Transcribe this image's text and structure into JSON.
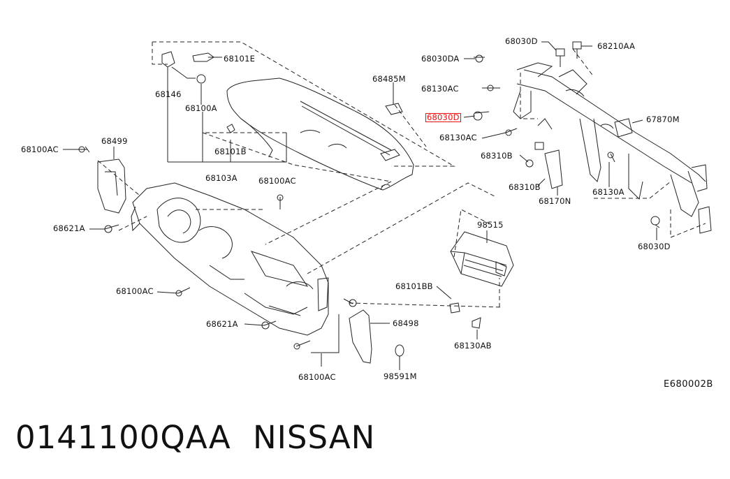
{
  "diagram": {
    "ref_code": "E680002B",
    "highlighted_part": "68030D",
    "labels": [
      {
        "id": "p68101E",
        "text": "68101E"
      },
      {
        "id": "p68146",
        "text": "68146"
      },
      {
        "id": "p68100A",
        "text": "68100A"
      },
      {
        "id": "p68485M",
        "text": "68485M"
      },
      {
        "id": "p68101B",
        "text": "68101B"
      },
      {
        "id": "p68103A",
        "text": "68103A"
      },
      {
        "id": "p68100AC_l",
        "text": "68100AC"
      },
      {
        "id": "p68499",
        "text": "68499"
      },
      {
        "id": "p68100AC_c",
        "text": "68100AC"
      },
      {
        "id": "p68621A_l",
        "text": "68621A"
      },
      {
        "id": "p68100AC_ml",
        "text": "68100AC"
      },
      {
        "id": "p68621A_b",
        "text": "68621A"
      },
      {
        "id": "p68498",
        "text": "68498"
      },
      {
        "id": "p68100AC_b",
        "text": "68100AC"
      },
      {
        "id": "p98591M",
        "text": "98591M"
      },
      {
        "id": "p98515",
        "text": "98515"
      },
      {
        "id": "p68101BB",
        "text": "68101BB"
      },
      {
        "id": "p68130AB",
        "text": "68130AB"
      },
      {
        "id": "p68030D_top",
        "text": "68030D"
      },
      {
        "id": "p68210AA",
        "text": "68210AA"
      },
      {
        "id": "p68030DA",
        "text": "68030DA"
      },
      {
        "id": "p68130AC_t",
        "text": "68130AC"
      },
      {
        "id": "p68030D_hl",
        "text": "68030D"
      },
      {
        "id": "p68130AC_m",
        "text": "68130AC"
      },
      {
        "id": "p67870M",
        "text": "67870M"
      },
      {
        "id": "p68310B_t",
        "text": "68310B"
      },
      {
        "id": "p68310B_b",
        "text": "68310B"
      },
      {
        "id": "p68170N",
        "text": "68170N"
      },
      {
        "id": "p68130A",
        "text": "68130A"
      },
      {
        "id": "p68030D_r",
        "text": "68030D"
      }
    ]
  },
  "footer": {
    "part_number": "0141100QAA",
    "brand": "NISSAN"
  }
}
